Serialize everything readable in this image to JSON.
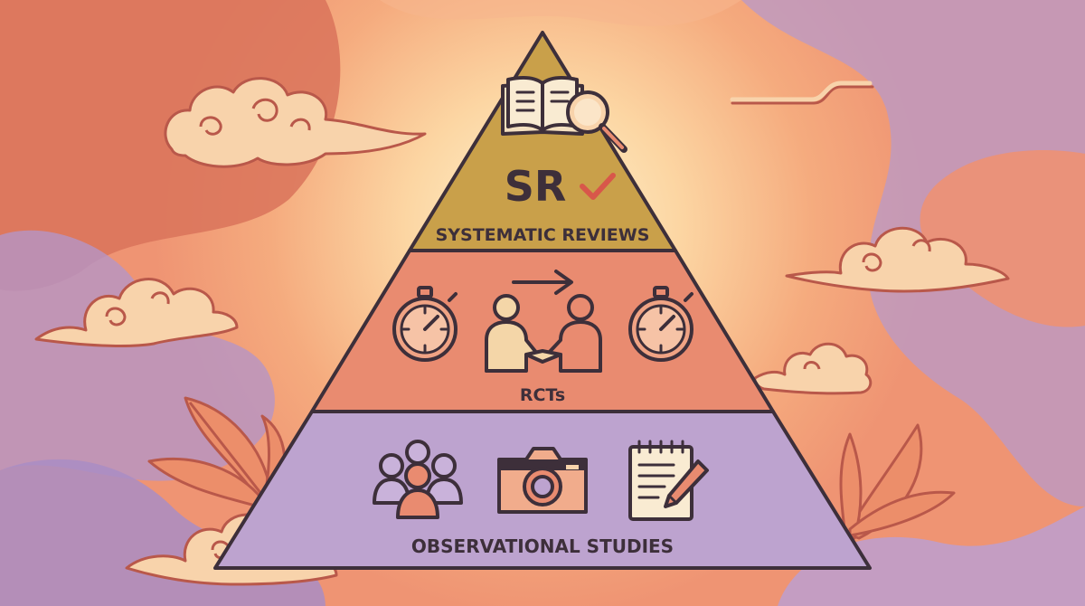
{
  "pyramid": {
    "tiers": [
      {
        "label": "SYSTEMATIC REVIEWS",
        "badge": "SR",
        "icons": [
          "open-book-icon",
          "magnifying-glass-icon",
          "checkmark-icon"
        ],
        "fill": "#c9a04a"
      },
      {
        "label": "RCTs",
        "icons": [
          "stopwatch-icon",
          "arrow-right-icon",
          "handshake-icon",
          "stopwatch-icon"
        ],
        "fill": "#e98b70"
      },
      {
        "label": "OBSERVATIONAL STUDIES",
        "icons": [
          "group-people-icon",
          "camera-icon",
          "notepad-pencil-icon"
        ],
        "fill": "#bda3cf"
      }
    ],
    "outline_color": "#3d2f3a"
  },
  "background": {
    "colors": {
      "warm": "#e07a5f",
      "glow": "#fde3b8",
      "lavender": "#b89ac9",
      "peach": "#f3a77a"
    },
    "decorations": [
      "cloud-icon",
      "wind-swirl-icon",
      "leaf-icon"
    ]
  }
}
